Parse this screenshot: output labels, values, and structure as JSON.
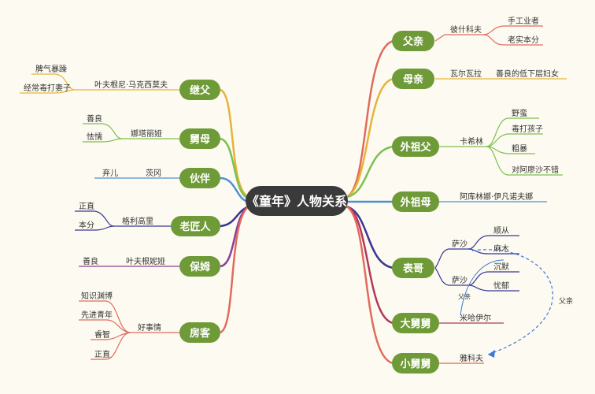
{
  "center": {
    "label": "《童年》人物关系"
  },
  "colors": {
    "background": "#fdfbf1",
    "center_fill": "#3a3a3a",
    "node_fill": "#6f9a38",
    "node_text": "#ffffff",
    "father_branch": "#e06b5d",
    "mother_branch": "#e8b23a",
    "grandfather_branch": "#7cc04e",
    "grandmother_branch": "#4f8fd0",
    "cousin_branch": "#3b3795",
    "uncle_branch": "#b3385b",
    "dashed_link": "#3b78d8"
  },
  "right": {
    "father": {
      "node": "父亲",
      "name": "彼什科夫",
      "traits": [
        "手工业者",
        "老实本分"
      ]
    },
    "mother": {
      "node": "母亲",
      "name": "瓦尔瓦拉",
      "trait": "善良的低下层妇女"
    },
    "grandfather": {
      "node": "外祖父",
      "name": "卡希林",
      "traits": [
        "野蛮",
        "毒打孩子",
        "粗暴",
        "对阿廖沙不错"
      ]
    },
    "grandmother": {
      "node": "外祖母",
      "name": "阿库林娜·伊凡诺夫娜"
    },
    "cousin": {
      "node": "表哥",
      "sasha1": {
        "name": "萨沙",
        "traits": [
          "顺从",
          "麻木"
        ]
      },
      "sasha2": {
        "name": "萨沙",
        "traits": [
          "沉默",
          "忧郁"
        ]
      }
    },
    "elder_uncle": {
      "node": "大舅舅",
      "name": "米哈伊尔"
    },
    "younger_uncle": {
      "node": "小舅舅",
      "name": "雅科夫"
    },
    "father_tag_1": "父亲",
    "father_tag_2": "父亲"
  },
  "left": {
    "stepfather": {
      "node": "继父",
      "name": "叶夫根尼·马克西莫夫",
      "traits": [
        "脾气暴躁",
        "经常毒打妻子"
      ]
    },
    "uncle_mother": {
      "node": "舅母",
      "name": "娜塔丽娅",
      "traits": [
        "善良",
        "怯懦"
      ]
    },
    "companion": {
      "node": "伙伴",
      "name": "茨冈",
      "trait": "弃儿"
    },
    "craftsman": {
      "node": "老匠人",
      "name": "格利高里",
      "traits": [
        "正直",
        "本分"
      ]
    },
    "nanny": {
      "node": "保姆",
      "name": "叶夫根妮娅",
      "trait": "善良"
    },
    "lodger": {
      "node": "房客",
      "name": "好事情",
      "traits": [
        "知识渊博",
        "先进青年",
        "睿智",
        "正直"
      ]
    }
  }
}
